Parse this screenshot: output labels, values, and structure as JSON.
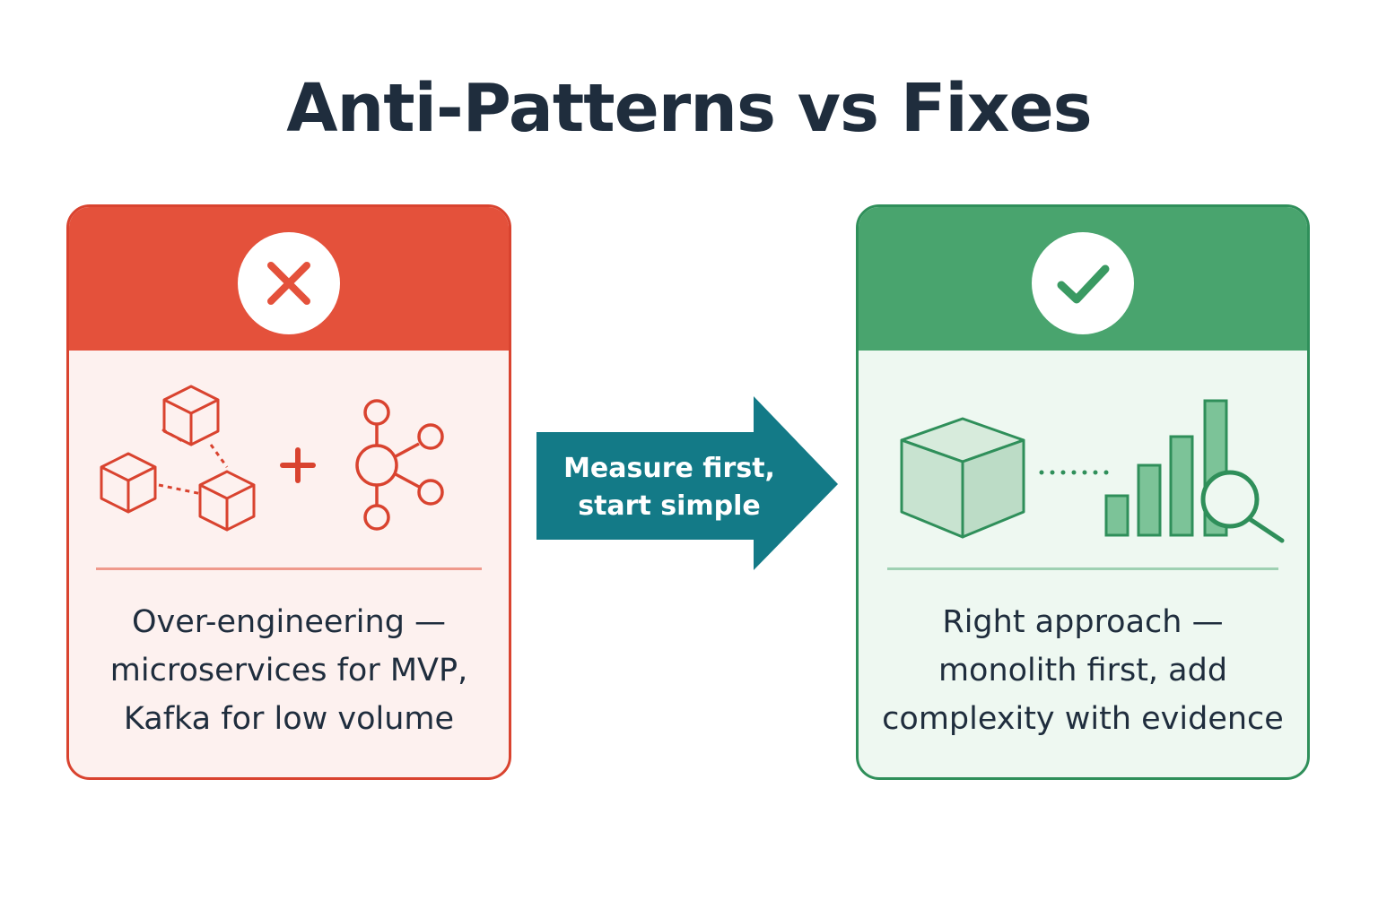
{
  "title": "Anti-Patterns vs Fixes",
  "colors": {
    "bad_accent": "#e4513b",
    "bad_background": "#fdf1ef",
    "good_accent": "#49a46e",
    "good_background": "#eef8f1",
    "arrow": "#137a87",
    "title_text": "#1f2d3d"
  },
  "anti_pattern": {
    "badge_icon": "x-mark-icon",
    "illustration_icons": [
      "microservice-cubes-icon",
      "plus-icon",
      "kafka-hub-icon"
    ],
    "lines": [
      "Over-engineering —",
      "microservices for MVP,",
      "Kafka for low volume"
    ]
  },
  "transition": {
    "icon": "arrow-right-icon",
    "lines": [
      "Measure first,",
      "start simple"
    ]
  },
  "fix": {
    "badge_icon": "check-mark-icon",
    "illustration_icons": [
      "monolith-cube-icon",
      "dotted-connector-icon",
      "bar-chart-icon",
      "magnifier-icon"
    ],
    "lines": [
      "Right approach —",
      "monolith first, add",
      "complexity with evidence"
    ]
  }
}
